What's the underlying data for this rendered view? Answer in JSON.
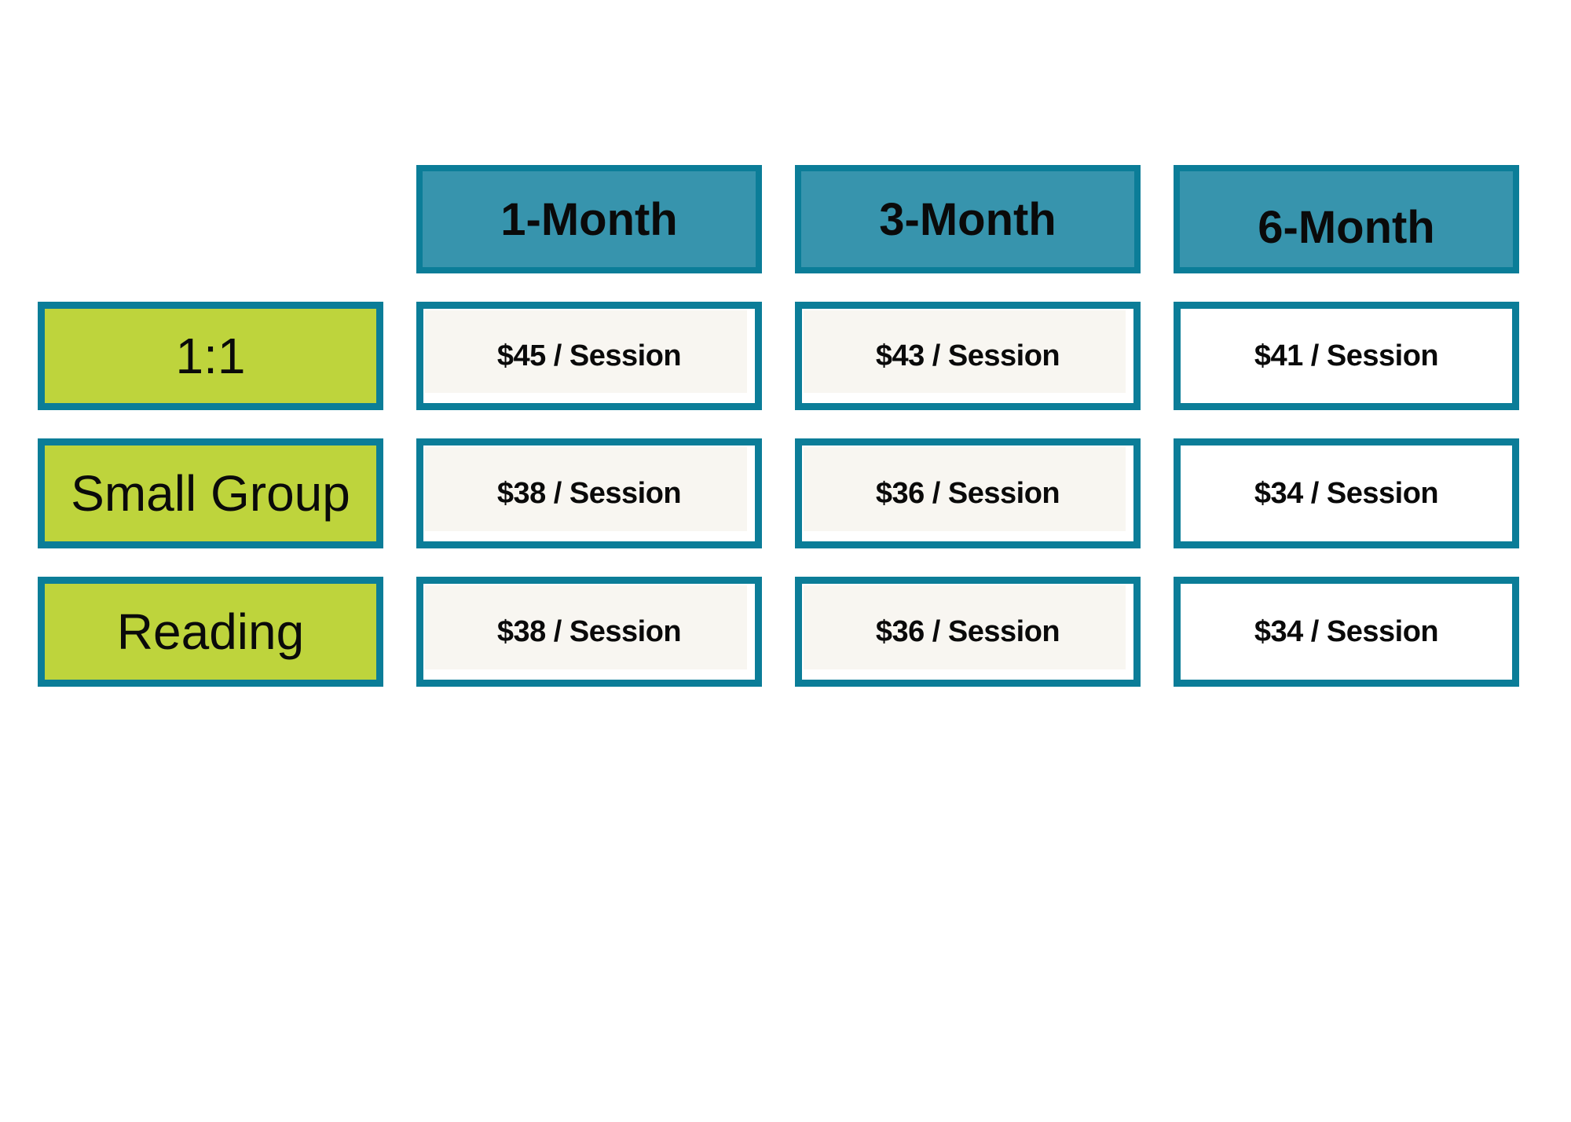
{
  "pricing_table": {
    "column_headers": [
      "1-Month",
      "3-Month",
      "6-Month"
    ],
    "row_headers": [
      "1:1",
      "Small Group",
      "Reading"
    ],
    "cells": [
      [
        "$45 / Session",
        "$43 / Session",
        "$41 / Session"
      ],
      [
        "$38 / Session",
        "$36 / Session",
        "$34 / Session"
      ],
      [
        "$38 / Session",
        "$36 / Session",
        "$34 / Session"
      ]
    ]
  },
  "colors": {
    "teal_border": "#0b7d98",
    "teal_header_fill": "#3794ad",
    "green_row_header_fill": "#bed43c",
    "price_cell_offwhite_fill": "#f8f6f1",
    "price_cell_white_fill": "#ffffff",
    "page_background": "#ffffff",
    "text": "#0a0a0a"
  },
  "chart_data": {
    "type": "table",
    "columns": [
      "",
      "1-Month",
      "3-Month",
      "6-Month"
    ],
    "rows": [
      [
        "1:1",
        "$45 / Session",
        "$43 / Session",
        "$41 / Session"
      ],
      [
        "Small Group",
        "$38 / Session",
        "$36 / Session",
        "$34 / Session"
      ],
      [
        "Reading",
        "$38 / Session",
        "$36 / Session",
        "$34 / Session"
      ]
    ],
    "numeric_values_usd_per_session": {
      "1:1": {
        "1-Month": 45,
        "3-Month": 43,
        "6-Month": 41
      },
      "Small Group": {
        "1-Month": 38,
        "3-Month": 36,
        "6-Month": 34
      },
      "Reading": {
        "1-Month": 38,
        "3-Month": 36,
        "6-Month": 34
      }
    },
    "layout_hints": {
      "header_row_position": "top",
      "row_label_position": "left",
      "grid_lines": "none",
      "cell_style": "bordered boxes with gaps"
    }
  }
}
